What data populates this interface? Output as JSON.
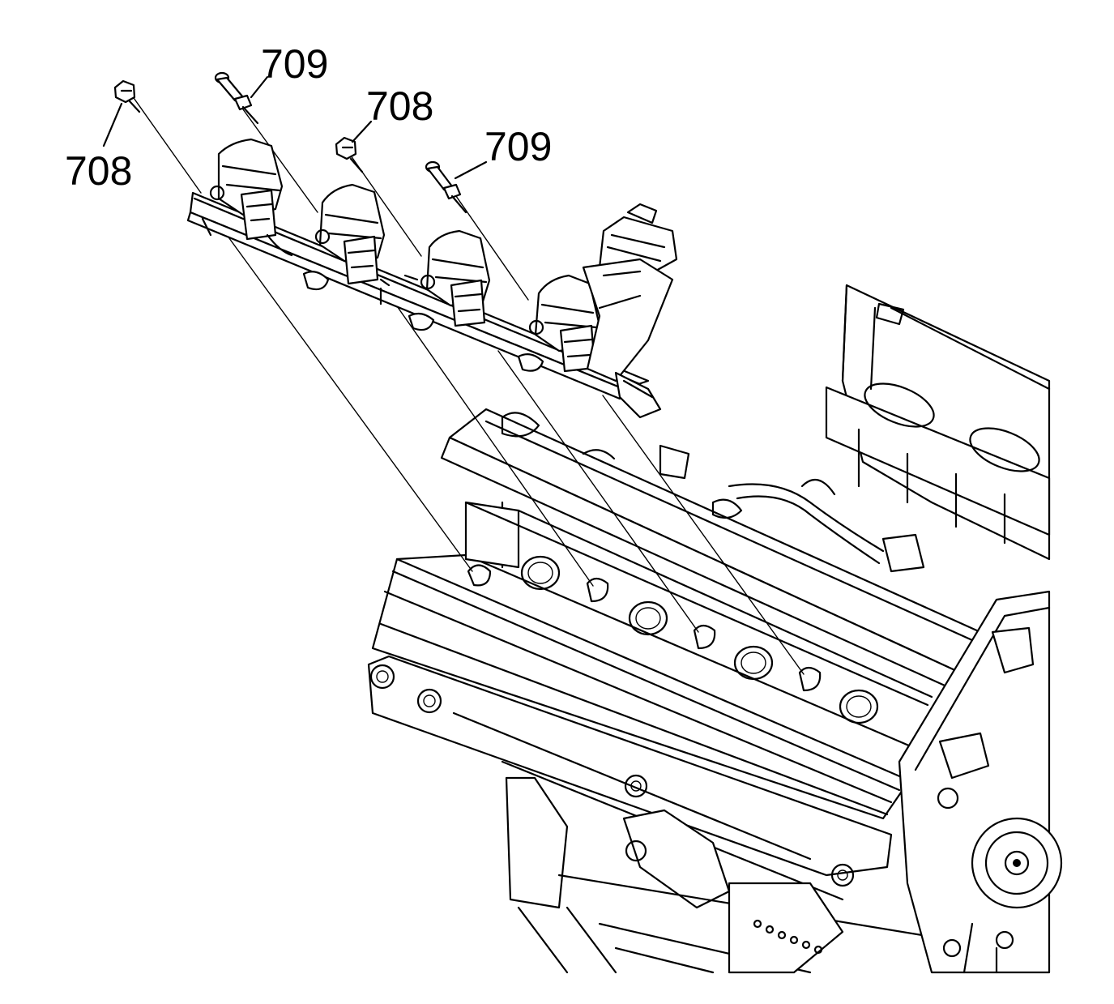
{
  "callouts": [
    {
      "id": "bolt-left",
      "label": "708"
    },
    {
      "id": "stud-left",
      "label": "709"
    },
    {
      "id": "bolt-center",
      "label": "708"
    },
    {
      "id": "stud-right",
      "label": "709"
    }
  ],
  "colors": {
    "ink": "#000000",
    "paper": "#ffffff"
  }
}
